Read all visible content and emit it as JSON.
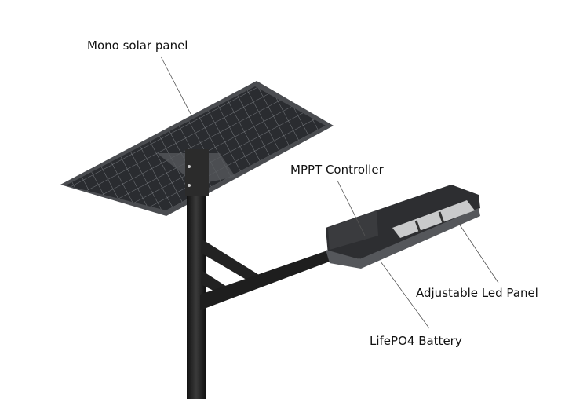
{
  "labels": {
    "solar_panel": "Mono solar panel",
    "controller": "MPPT Controller",
    "led_panel": "Adjustable Led Panel",
    "battery": "LifePO4 Battery"
  }
}
